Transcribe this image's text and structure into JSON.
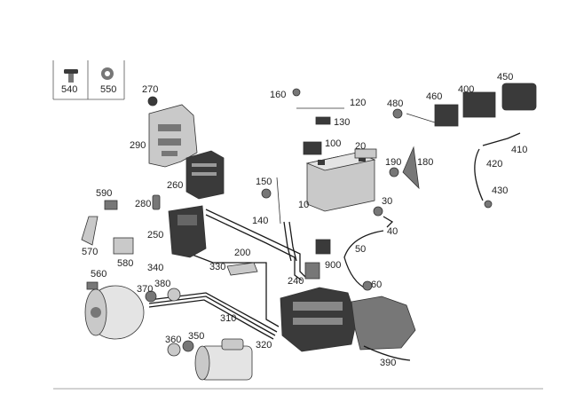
{
  "legend": {
    "items": [
      {
        "number": "540",
        "icon": "screw-icon"
      },
      {
        "number": "550",
        "icon": "grommet-icon"
      }
    ]
  },
  "callouts": {
    "c10": "10",
    "c20": "20",
    "c30": "30",
    "c40": "40",
    "c50": "50",
    "c60": "60",
    "c100": "100",
    "c120": "120",
    "c130": "130",
    "c140": "140",
    "c150": "150",
    "c160": "160",
    "c180": "180",
    "c190": "190",
    "c200": "200",
    "c240": "240",
    "c250": "250",
    "c260": "260",
    "c270": "270",
    "c280": "280",
    "c290": "290",
    "c310": "310",
    "c320": "320",
    "c330": "330",
    "c340": "340",
    "c350": "350",
    "c360": "360",
    "c370": "370",
    "c380": "380",
    "c390": "390",
    "c400": "400",
    "c410": "410",
    "c420": "420",
    "c430": "430",
    "c450": "450",
    "c460": "460",
    "c480": "480",
    "c560": "560",
    "c570": "570",
    "c580": "580",
    "c590": "590",
    "c900": "900"
  }
}
